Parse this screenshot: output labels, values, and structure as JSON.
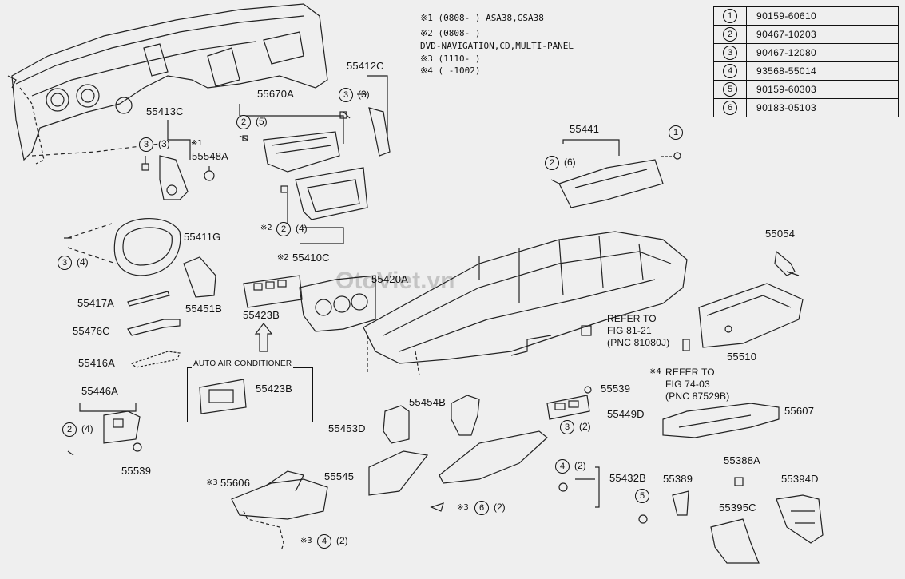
{
  "notes": [
    "※1 (0808-   ) ASA38,GSA38",
    "※2 (0808-   )",
    "DVD-NAVIGATION,CD,MULTI-PANEL",
    "※3 (1110-   )",
    "※4 (      -1002)"
  ],
  "ref_table": [
    {
      "num": "1",
      "part": "90159-60610"
    },
    {
      "num": "2",
      "part": "90467-10203"
    },
    {
      "num": "3",
      "part": "90467-12080"
    },
    {
      "num": "4",
      "part": "93568-55014"
    },
    {
      "num": "5",
      "part": "90159-60303"
    },
    {
      "num": "6",
      "part": "90183-05103"
    }
  ],
  "parts": {
    "p55412C": "55412C",
    "p55413C": "55413C",
    "p55670A": "55670A",
    "p55548A": "55548A",
    "p55441": "55441",
    "p55411G": "55411G",
    "p55410C": "55410C",
    "p55054": "55054",
    "p55420A": "55420A",
    "p55417A": "55417A",
    "p55451B": "55451B",
    "p55423B_top": "55423B",
    "p55476C": "55476C",
    "p55416A": "55416A",
    "p55510": "55510",
    "p55423B_box": "55423B",
    "p55446A": "55446A",
    "p55454B": "55454B",
    "p55539_a": "55539",
    "p55449D": "55449D",
    "p55607": "55607",
    "p55453D": "55453D",
    "p55539_b": "55539",
    "p55545": "55545",
    "p55432B": "55432B",
    "p55606": "55606",
    "p55389": "55389",
    "p55388A": "55388A",
    "p55394D": "55394D",
    "p55395C": "55395C"
  },
  "qty": {
    "q3_3_a": "(3)",
    "q3_3_b": "(3)",
    "q2_5": "(5)",
    "q2_6": "(6)",
    "q2_4_a": "(4)",
    "q3_4": "(4)",
    "q2_4_b": "(4)",
    "q3_2_a": "(2)",
    "q4_2": "(2)",
    "q6_2": "(2)",
    "q4_2_b": "(2)"
  },
  "markers": {
    "m1": "※1",
    "m2": "※2",
    "m2b": "※2",
    "m3a": "※3",
    "m3b": "※3",
    "m3c": "※3",
    "m4": "※4"
  },
  "refs": {
    "ref1_line1": "REFER TO",
    "ref1_line2": "FIG 81-21",
    "ref1_line3": "(PNC 81080J)",
    "ref2_line1": "REFER TO",
    "ref2_line2": "FIG 74-03",
    "ref2_line3": "(PNC 87529B)"
  },
  "box_caption": "AUTO AIR CONDITIONER",
  "watermark": "OtoViet.vn"
}
